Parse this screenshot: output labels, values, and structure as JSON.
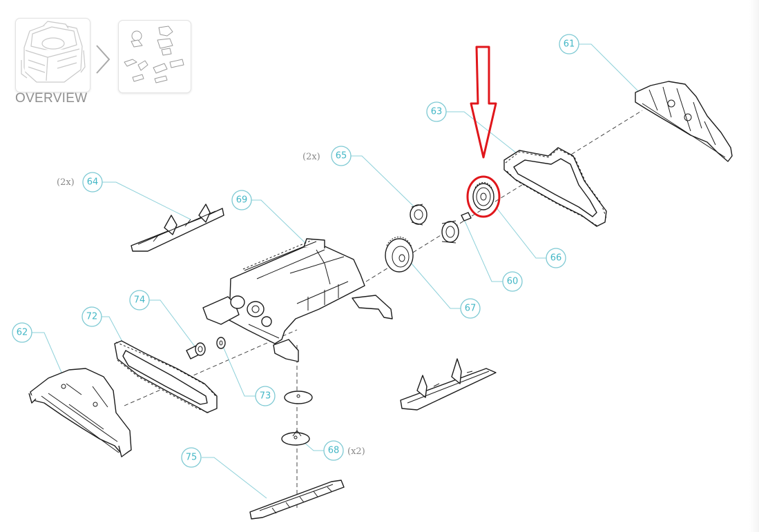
{
  "breadcrumb": {
    "overview_label": "OVERVIEW",
    "overview_thumb_icon": "robot-overview-icon",
    "exploded_thumb_icon": "exploded-parts-icon",
    "separator_icon": "chevron-right-icon"
  },
  "colors": {
    "callout": "#43b7c6",
    "callout_stroke": "#7dc9d3",
    "highlight": "#e0161b",
    "line": "#1b1b1b"
  },
  "callouts": [
    {
      "id": "61",
      "label": "61"
    },
    {
      "id": "63",
      "label": "63"
    },
    {
      "id": "65",
      "label": "65"
    },
    {
      "id": "64",
      "label": "64"
    },
    {
      "id": "69",
      "label": "69"
    },
    {
      "id": "66",
      "label": "66"
    },
    {
      "id": "60",
      "label": "60"
    },
    {
      "id": "67",
      "label": "67"
    },
    {
      "id": "74",
      "label": "74"
    },
    {
      "id": "72",
      "label": "72"
    },
    {
      "id": "62",
      "label": "62"
    },
    {
      "id": "73",
      "label": "73"
    },
    {
      "id": "68",
      "label": "68"
    },
    {
      "id": "75",
      "label": "75"
    }
  ],
  "quantities": {
    "q65": "(2x)",
    "q64": "(2x)",
    "q68": "(x2)"
  },
  "highlight": {
    "target_part": "66",
    "arrow_icon": "down-arrow-icon",
    "ring_icon": "highlight-circle-icon"
  }
}
